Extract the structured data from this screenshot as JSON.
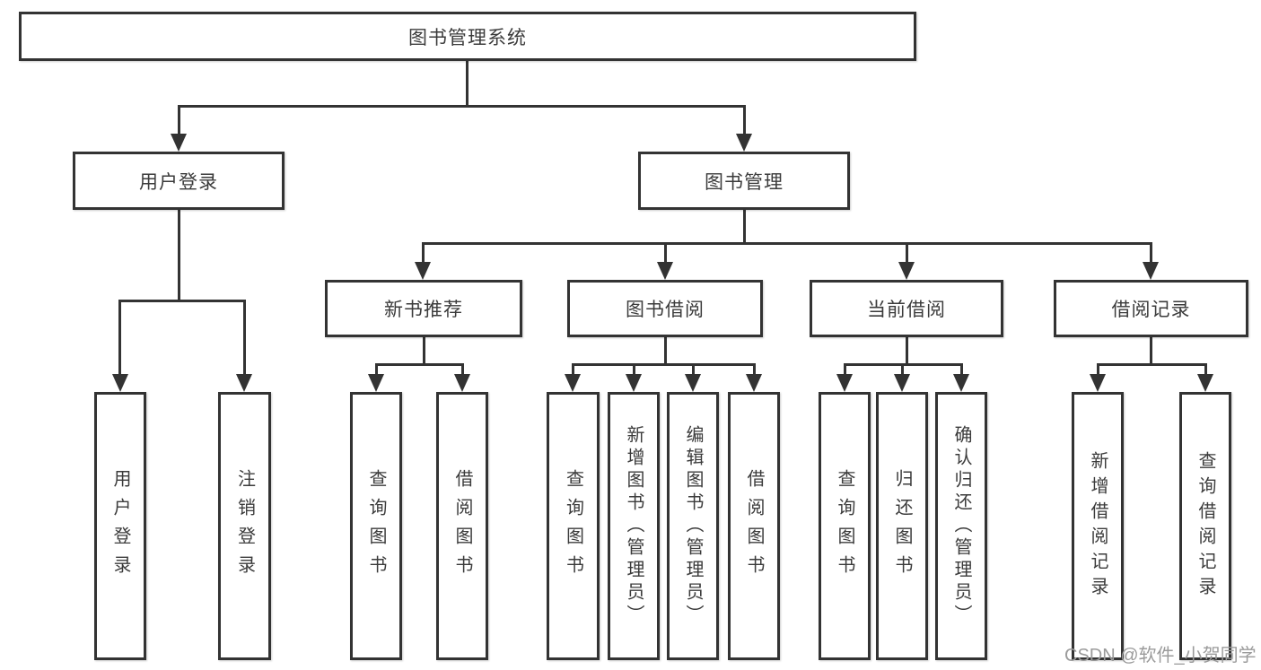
{
  "diagram": {
    "title": "图书管理系统",
    "watermark": "CSDN @软件_小贺同学",
    "colors": {
      "line": "#333333",
      "text": "#3b3b3b",
      "watermark": "#9b9b9b",
      "background": "#ffffff"
    },
    "tree": {
      "label": "图书管理系统",
      "children": [
        {
          "label": "用户登录",
          "children": [
            {
              "label": "用户登录"
            },
            {
              "label": "注销登录"
            }
          ]
        },
        {
          "label": "图书管理",
          "children": [
            {
              "label": "新书推荐",
              "children": [
                {
                  "label": "查询图书"
                },
                {
                  "label": "借阅图书"
                }
              ]
            },
            {
              "label": "图书借阅",
              "children": [
                {
                  "label": "查询图书"
                },
                {
                  "label": "新增图书（管理员）"
                },
                {
                  "label": "编辑图书（管理员）"
                },
                {
                  "label": "借阅图书"
                }
              ]
            },
            {
              "label": "当前借阅",
              "children": [
                {
                  "label": "查询图书"
                },
                {
                  "label": "归还图书"
                },
                {
                  "label": "确认归还（管理员）"
                }
              ]
            },
            {
              "label": "借阅记录",
              "children": [
                {
                  "label": "新增借阅记录"
                },
                {
                  "label": "查询借阅记录"
                }
              ]
            }
          ]
        }
      ]
    }
  }
}
